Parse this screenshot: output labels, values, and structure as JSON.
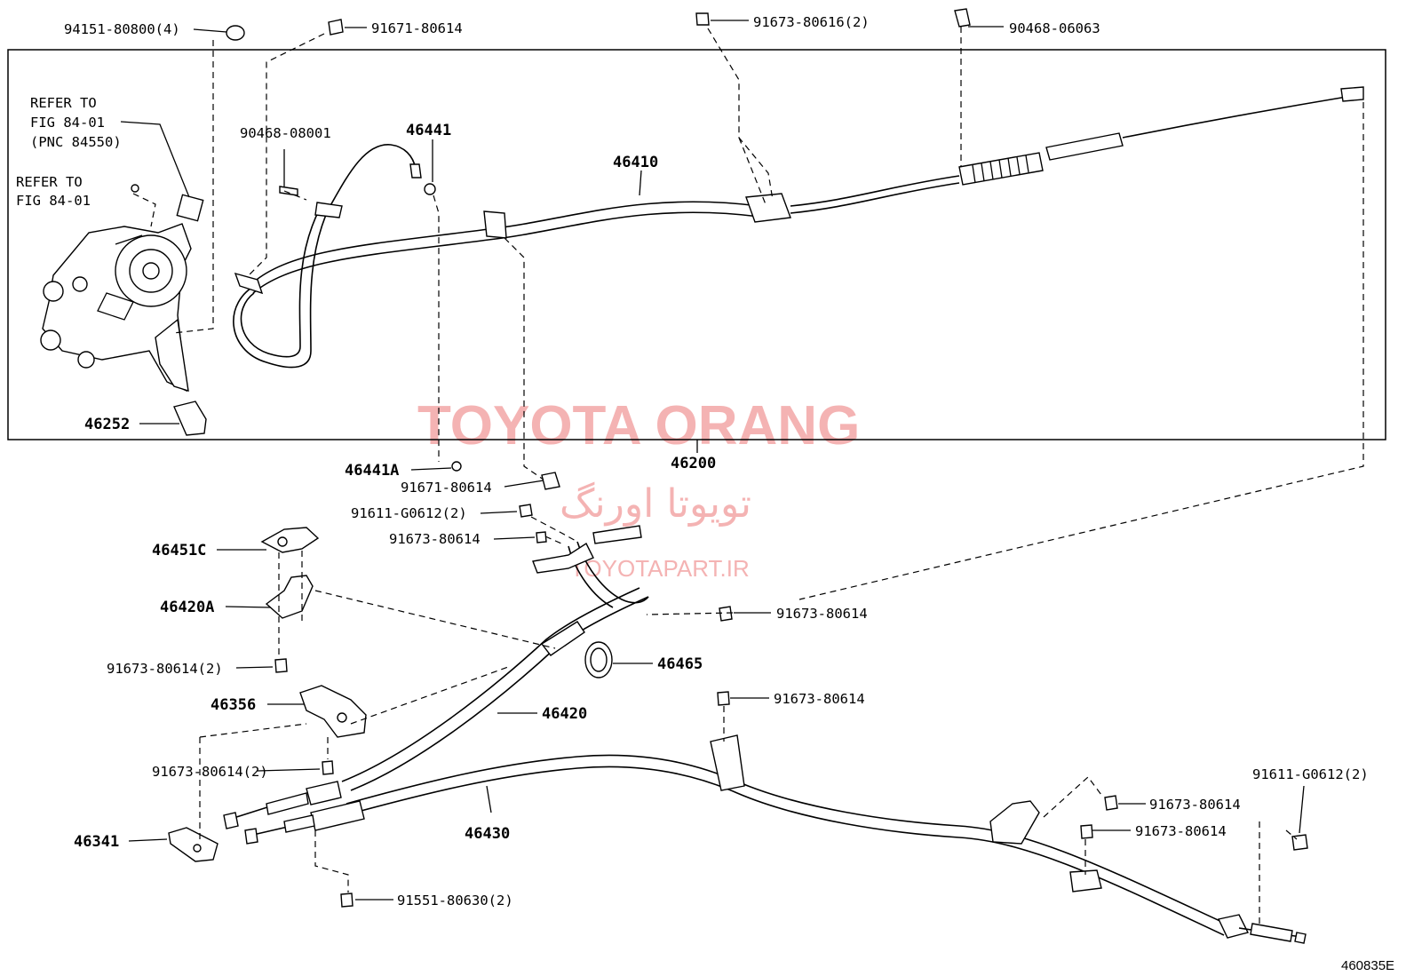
{
  "watermark": {
    "brand_latin": "TOYOTA ORANG",
    "brand_persian": "تویوتا اورنگ",
    "site": "TOYOTAPART.IR"
  },
  "references": {
    "ref1_line1": "REFER TO",
    "ref1_line2": "FIG 84-01",
    "ref1_line3": "(PNC 84550)",
    "ref2_line1": "REFER TO",
    "ref2_line2": "FIG 84-01"
  },
  "diagram_code": "460835E",
  "labels": {
    "p94151": "94151-80800(4)",
    "p91671_top": "91671-80614",
    "p91673_80616": "91673-80616(2)",
    "p90468_06063": "90468-06063",
    "p90468_08001": "90468-08001",
    "p46441": "46441",
    "p46410": "46410",
    "p46252": "46252",
    "p46200": "46200",
    "p46441A": "46441A",
    "p91671_mid": "91671-80614",
    "p91611_mid": "91611-G0612(2)",
    "p91673_mid": "91673-80614",
    "p46451C": "46451C",
    "p46420A": "46420A",
    "p91673_right1": "91673-80614",
    "p91673_left2": "91673-80614(2)",
    "p46465": "46465",
    "p46356": "46356",
    "p91673_right2": "91673-80614",
    "p46420": "46420",
    "p91673_left3": "91673-80614(2)",
    "p91611_right": "91611-G0612(2)",
    "p91673_right3": "91673-80614",
    "p46341": "46341",
    "p46430": "46430",
    "p91673_right4": "91673-80614",
    "p91551": "91551-80630(2)"
  }
}
